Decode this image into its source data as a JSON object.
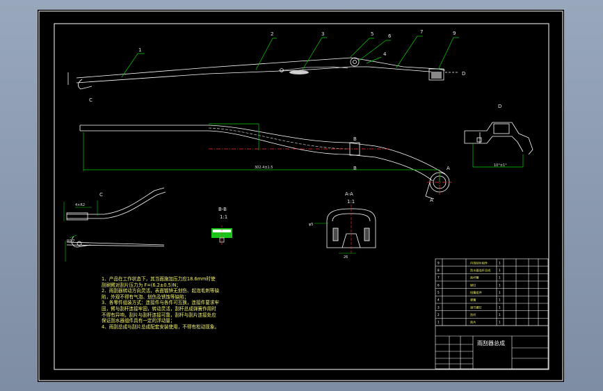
{
  "title_block": {
    "drawing_title": "雨刮器总成",
    "parts_rows": [
      {
        "no": "9",
        "name": "内饰刮片组件",
        "qty": "1"
      },
      {
        "no": "8",
        "name": "刮水器连杆总成",
        "qty": "1"
      },
      {
        "no": "7",
        "name": "刮杆臂",
        "qty": "1"
      },
      {
        "no": "6",
        "name": "铆钉",
        "qty": "1"
      },
      {
        "no": "5",
        "name": "扭簧组件",
        "qty": "1"
      },
      {
        "no": "4",
        "name": "弹簧",
        "qty": "1"
      },
      {
        "no": "3",
        "name": "调节螺钉",
        "qty": "1"
      },
      {
        "no": "2",
        "name": "刮杆",
        "qty": "1"
      },
      {
        "no": "1",
        "name": "刮片",
        "qty": "1"
      }
    ]
  },
  "callouts": [
    "1",
    "2",
    "3",
    "5",
    "6",
    "7",
    "9",
    "4"
  ],
  "view_labels": {
    "view_c": "C",
    "view_d": "D",
    "section_aa": "A-A",
    "section_aa_scale": "1:1",
    "section_bb": "B-B",
    "section_bb_scale": "1:1",
    "arrow_a": "A",
    "arrow_b": "B",
    "arrow_c": "C",
    "arrow_d": "D"
  },
  "dimensions": {
    "overall_length": "302.4±1.5",
    "d_width": "10°±1°",
    "c_dim1": "4×R2",
    "c_dim2": "R0.7"
  },
  "notes": [
    "1、产品在工作状态下，其当面施加压力应18.6mm时使刮刷臂对刮片压力为 F=(6.2±0.5)N；",
    "2、雨刮器转动方向灵活，表面镀锌无划伤、起泡毛刺等缺陷，外观不得有气泡、划伤及锈蚀等缺陷；",
    "3、各零件组装方式：连接件与各件可互换，连接件要求牢固，臂与刮杆连接牢固，转动灵活，刮杆总成弹簧作用时不得有异响，刮片与刮杆连接可靠，刮杆与刮片连接处应保证刮水器组件具有一定的浮动量；",
    "4、雨刮总成与刮片总成配套安装使用，不得有松动现象。"
  ]
}
